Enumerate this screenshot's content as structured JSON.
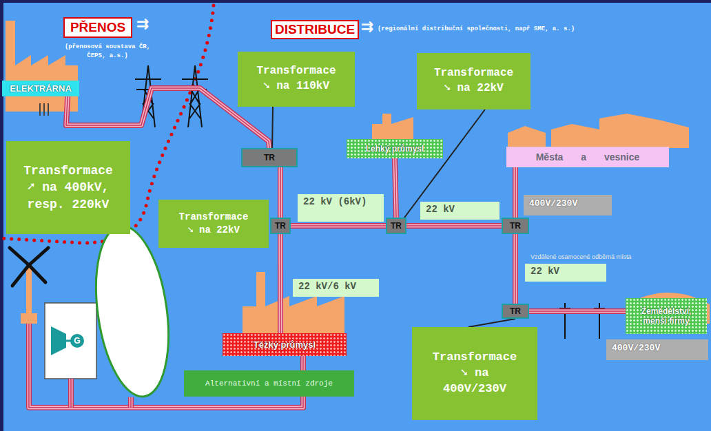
{
  "diagram": {
    "nodes": [
      {
        "text": [
          "PŘENOS"
        ]
      },
      {
        "text": [
          "DISTRIBUCE"
        ]
      },
      {
        "text": [
          "ELEKTRÁRNA"
        ]
      },
      {
        "text": [
          "Transformace",
          "➚ na 400kV, resp. 220kV"
        ]
      },
      {
        "text": [
          "Transformace",
          "➘ na 110kV"
        ]
      },
      {
        "text": [
          "Transformace",
          "➘ na 22kV"
        ]
      },
      {
        "text": [
          "TR"
        ]
      },
      {
        "text": [
          "Lehký průmysl"
        ]
      },
      {
        "text": [
          "Města a vesnice"
        ]
      },
      {
        "text": [
          "Transformace",
          "➘ na 22kV"
        ]
      },
      {
        "text": [
          "TR"
        ]
      },
      {
        "text": [
          "TR"
        ]
      },
      {
        "text": [
          "TR"
        ]
      },
      {
        "text": [
          "TR"
        ]
      },
      {
        "text": [
          "Zemědělství, menší firmy"
        ]
      },
      {
        "text": [
          "Těžký průmysl"
        ]
      },
      {
        "text": [
          "Transformace",
          "➘ na 400V/230V"
        ]
      },
      {
        "text": [
          "Alternativní a místní zdroje"
        ]
      },
      {
        "text": [
          "G"
        ]
      }
    ],
    "edges": [
      {
        "from": 2,
        "to": 6,
        "arrow": "none"
      },
      {
        "from": 6,
        "to": 10,
        "arrow": "none"
      },
      {
        "from": 10,
        "to": 11,
        "label": "22 kV (6kV)",
        "arrow": "none"
      },
      {
        "from": 11,
        "to": 12,
        "label": "22 kV",
        "arrow": "none"
      },
      {
        "from": 11,
        "to": 7,
        "arrow": "none"
      },
      {
        "from": 12,
        "to": 8,
        "label": "400V/230V",
        "arrow": "none"
      },
      {
        "from": 12,
        "to": 13,
        "label": "22 kV",
        "arrow": "none"
      },
      {
        "from": 13,
        "to": 14,
        "label": "400V/230V",
        "arrow": "none"
      },
      {
        "from": 10,
        "to": 15,
        "label": "22 kV/6 kV",
        "arrow": "none"
      },
      {
        "from": 17,
        "to": 15,
        "arrow": "none"
      },
      {
        "from": 4,
        "to": 6,
        "arrow": "none"
      },
      {
        "from": 5,
        "to": 11,
        "arrow": "none"
      },
      {
        "from": 16,
        "to": 13,
        "arrow": "none"
      }
    ],
    "labels": [
      "⇉",
      "(přenosová soustava ČR, ČEPS, a.s.)",
      "⇉",
      "(regionální distribuční společnosti, např SME, a. s.)",
      "Vzdálené osamocené odběrná místa"
    ]
  }
}
